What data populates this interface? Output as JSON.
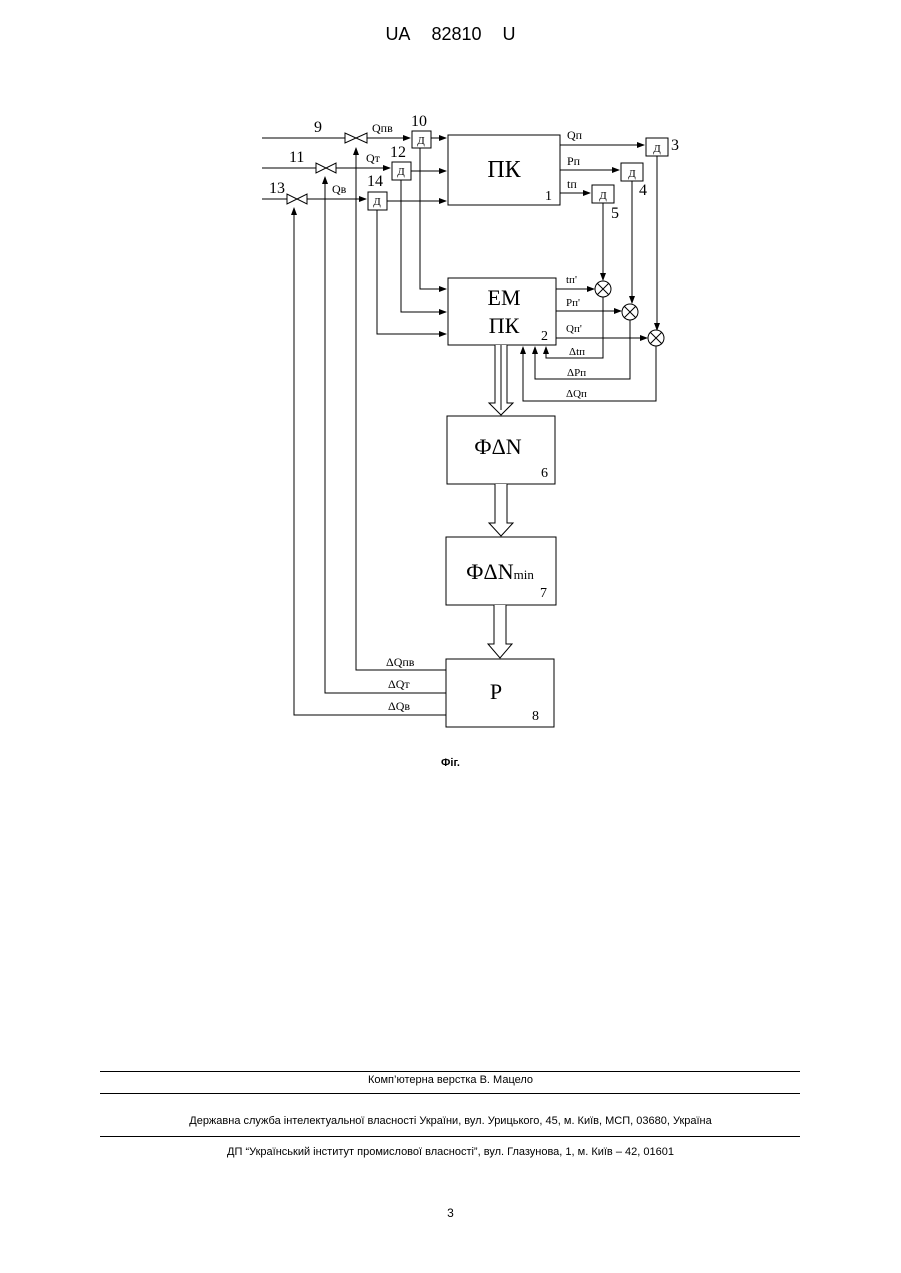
{
  "header": {
    "country": "UA",
    "number": "82810",
    "kind": "U"
  },
  "diagram": {
    "blocks": {
      "pk": {
        "title": "ПК",
        "number": "1"
      },
      "em": {
        "title_line1": "ЕМ",
        "title_line2": "ПК",
        "number": "2"
      },
      "f_dn": {
        "title": "ФΔN",
        "number": "6"
      },
      "f_dnmin": {
        "title": "ФΔN",
        "sub": "min",
        "number": "7"
      },
      "p": {
        "title": "Р",
        "number": "8"
      }
    },
    "sensor_label": "Д",
    "numbers": [
      "9",
      "10",
      "11",
      "12",
      "13",
      "14",
      "3",
      "4",
      "5"
    ],
    "signals": {
      "q_pv": "Qпв",
      "q_t": "Qт",
      "q_v": "Qв",
      "q_p": "Qп",
      "p_p": "Рп",
      "t_p": "tп",
      "t_p2": "tп'",
      "p_p2": "Рп'",
      "q_p2": "Qп'",
      "d_tp": "Δtп",
      "d_pp": "ΔРп",
      "d_qp": "ΔQп",
      "d_qpv": "ΔQпв",
      "d_qt": "ΔQт",
      "d_qv": "ΔQв"
    }
  },
  "figure_caption": "Фіг.",
  "footer": {
    "layout_credit": "Комп’ютерна верстка В. Мацело",
    "publisher": "Державна служба інтелектуальної власності України, вул. Урицького, 45, м. Київ, МСП, 03680, Україна",
    "institute": "ДП “Український інститут промислової власності”, вул. Глазунова, 1, м. Київ – 42, 01601"
  },
  "page_number": "3"
}
